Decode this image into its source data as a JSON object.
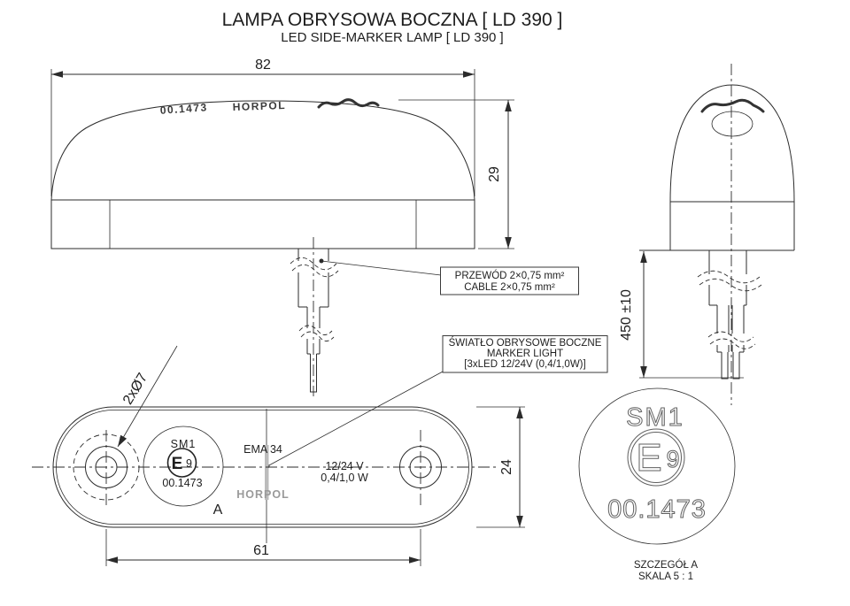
{
  "title": {
    "line1": "LAMPA OBRYSOWA BOCZNA [ LD 390 ]",
    "line2": "LED SIDE-MARKER LAMP [ LD 390 ]"
  },
  "dims": {
    "overall_width": "82",
    "overall_height": "29",
    "hole_spacing": "61",
    "body_width": "24",
    "cable_length": "450 ±10",
    "mounting_holes": "2xØ7"
  },
  "callouts": {
    "cable": {
      "line1": "PRZEWÓD 2×0,75 mm²",
      "line2": "CABLE 2×0,75 mm²"
    },
    "marker_light": {
      "line1": "ŚWIATŁO OBRYSOWE BOCZNE",
      "line2": "MARKER LIGHT",
      "line3": "[3xLED 12/24V (0,4/1,0W)]"
    }
  },
  "housing_markings": {
    "mold_code": "00.1473",
    "brand": "HORPOL"
  },
  "label_markings": {
    "type_code": "SM1",
    "e_mark_letter": "E",
    "e_mark_number": "9",
    "approval_number": "00.1473",
    "ema": "EMA 34",
    "voltage": "12/24 V",
    "power": "0,4/1,0 W",
    "brand": "HORPOL",
    "detail_letter": "A"
  },
  "detail_a": {
    "type_code": "SM1",
    "e_mark_letter": "E",
    "e_mark_number": "9",
    "approval_number": "00.1473",
    "caption_line1": "SZCZEGÓŁ A",
    "caption_line2": "SKALA 5 : 1"
  },
  "colors": {
    "line": "#2b2b2b",
    "gray_text": "#9a9a9a",
    "outline_text": "#5f5f5f",
    "background": "#ffffff"
  }
}
